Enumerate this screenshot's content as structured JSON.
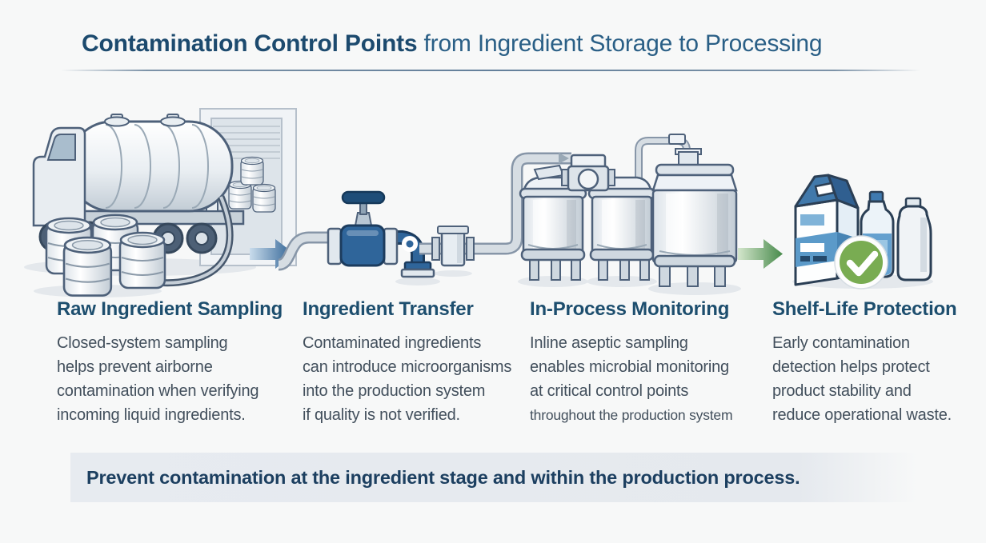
{
  "title": {
    "bold": "Contamination Control Points",
    "rest": "from Ingredient Storage to Processing"
  },
  "stages": [
    {
      "heading": "Raw Ingredient Sampling",
      "lines": [
        "Closed-system sampling",
        "helps prevent airborne",
        "contamination when verifying",
        "incoming liquid ingredients."
      ]
    },
    {
      "heading": "Ingredient Transfer",
      "lines": [
        "Contaminated ingredients",
        "can introduce microorganisms",
        "into the production system",
        "if quality is not verified."
      ]
    },
    {
      "heading": "In-Process Monitoring",
      "lines": [
        "Inline aseptic sampling",
        "enables microbial monitoring",
        "at critical control points",
        "throughout the production system"
      ]
    },
    {
      "heading": "Shelf-Life Protection",
      "lines": [
        "Early contamination",
        "detection helps protect",
        "product stability and",
        "reduce operational waste."
      ]
    }
  ],
  "banner": "Prevent contamination at the ingredient stage and within the production process.",
  "icons": {
    "flow_arrow_blue": "right-arrow",
    "flow_arrow_green": "right-arrow",
    "quality_check": "circle-checkmark"
  },
  "colors": {
    "background": "#f7f8f8",
    "title_blue_bold": "#1c4a6e",
    "title_blue": "#2a5f86",
    "heading_blue": "#1d4e6e",
    "body_text": "#424f5c",
    "banner_bg": "#e7ebf0",
    "banner_text": "#1c3f60",
    "arrow_blue": "#2a5e91",
    "arrow_green": "#478a4b",
    "check_green": "#79ac52",
    "valve_blue": "#2f659a",
    "illustration_outline": "#4e617a"
  }
}
